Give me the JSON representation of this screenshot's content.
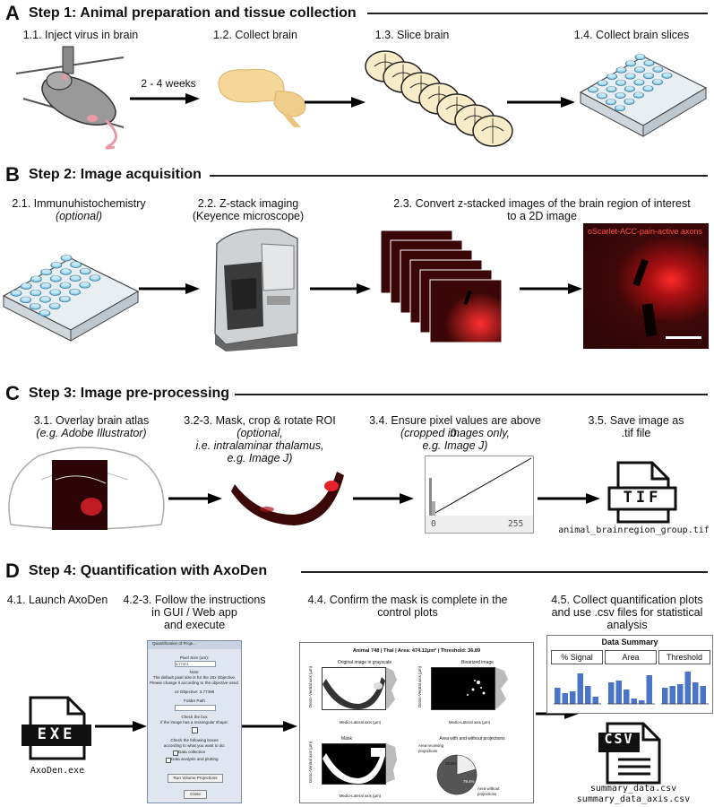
{
  "step1": {
    "letter": "A",
    "title": "Step 1: Animal preparation and tissue collection",
    "s11": "1.1. Inject virus in brain",
    "s12": "1.2. Collect brain",
    "s13": "1.3. Slice brain",
    "s14": "1.4. Collect brain slices",
    "duration": "2 - 4 weeks"
  },
  "step2": {
    "letter": "B",
    "title": "Step 2: Image acquisition",
    "s21": "2.1. Immunuhistochemistry",
    "s21_note": "(optional)",
    "s22": "2.2. Z-stack imaging",
    "s22_note": "(Keyence microscope)",
    "s23_line1": "2.3. Convert z-stacked images of the brain region of interest",
    "s23_line2": "to a 2D image",
    "image_caption": "oScarlet-ACC-pain-active axons"
  },
  "step3": {
    "letter": "C",
    "title": "Step 3: Image pre-processing",
    "s31": "3.1. Overlay brain atlas",
    "s31_note": "(e.g. Adobe Illustrator)",
    "s32": "3.2-3. Mask, crop & rotate ROI",
    "s32_note1": "(optional,",
    "s32_note2": "i.e. intralaminar thalamus,",
    "s32_note3": "e.g. Image J)",
    "s34": "3.4. Ensure pixel values are above 0.",
    "s34_note1": "(cropped images only,",
    "s34_note2": "e.g. Image J)",
    "hist_min": "0",
    "hist_max": "255",
    "s35_line1": "3.5. Save image as",
    "s35_line2": ".tif file",
    "tif_label": "TIF",
    "tif_filename": "animal_brainregion_group.tif"
  },
  "step4": {
    "letter": "D",
    "title": "Step 4: Quantification with AxoDen",
    "s41": "4.1. Launch AxoDen",
    "s42_line1": "4.2-3. Follow the instructions",
    "s42_line2": "in GUI / Web app",
    "s42_line3": "and execute",
    "s44_line1": "4.4. Confirm the mask is complete in the",
    "s44_line2": "control plots",
    "s45_line1": "4.5. Collect quantification plots",
    "s45_line2": "and use .csv files for statistical",
    "s45_line3": "analysis",
    "exe_label": "EXE",
    "exe_filename": "AxoDen.exe",
    "csv_label": "CSV",
    "csv_file1": "summary_data.csv",
    "csv_file2": "summary_data_axis.csv",
    "gui": {
      "title": "Quantification of Proje...",
      "pixel_size_label": "Pixel Size (um):",
      "pixel_size_value": "3.77371",
      "note_title": "Note:",
      "note_line1": "The default pixel size is for the 20x Objective.",
      "note_line2": "Please change it according to the objective used.",
      "x4_note": "x4 Objective: 3.77396",
      "folder_button": "Folder Path",
      "check_line1": "Check the box",
      "check_line2": "if the image has a rectangular shape:",
      "boxes_line1": "Check the following boxes",
      "boxes_line2": "according to what you want to do:",
      "data_collection": "Data collection",
      "data_analysis": "Data analysis and plotting",
      "run_button": "Run Volume Projections",
      "close_button": "Close"
    },
    "control": {
      "header": "Animal 748 | Thal | Area: 474.12µm² | Threshold: 36.89",
      "p1_title": "Original image in grayscale",
      "p2_title": "Binarized image",
      "p3_title": "Mask",
      "p4_title": "Area with and without projections",
      "xlabel": "Medio-Lateral axis (µm)",
      "ylabel": "Dorso-Ventral axis (µm)",
      "pie_legend1": "Area receiving projections",
      "pie_legend2": "Area without projections",
      "pie_pct1": "20.6%",
      "pie_pct2": "79.4%"
    },
    "summary": {
      "title": "Data Summary",
      "panel1": "% Signal",
      "panel2": "Area",
      "panel3": "Threshold"
    }
  },
  "chart_data": [
    {
      "type": "pie",
      "title": "Area with and without projections",
      "categories": [
        "Area receiving projections",
        "Area without projections"
      ],
      "values": [
        20.6,
        79.4
      ]
    }
  ],
  "colors": {
    "accent_blue": "#4a74c9",
    "tissue_red": "#e0202a",
    "well_blue": "#8ecde8",
    "brain_beige": "#f6d79a"
  }
}
